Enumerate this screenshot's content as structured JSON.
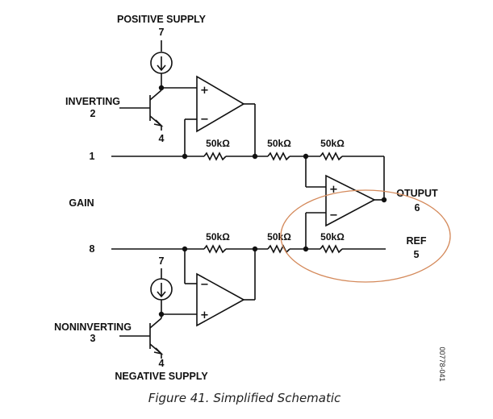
{
  "labels": {
    "positive_supply": "POSITIVE SUPPLY",
    "pin7_top": "7",
    "inverting": "INVERTING",
    "pin2": "2",
    "pin4_top": "4",
    "pin1": "1",
    "gain": "GAIN",
    "pin8": "8",
    "pin7_bottom": "7",
    "noninverting": "NONINVERTING",
    "pin3": "3",
    "pin4_bottom": "4",
    "negative_supply": "NEGATIVE SUPPLY",
    "output": "OTUPUT",
    "pin6": "6",
    "ref": "REF",
    "pin5": "5"
  },
  "resistors": {
    "r_top_left": "50kΩ",
    "r_top_mid": "50kΩ",
    "r_top_right": "50kΩ",
    "r_bot_left": "50kΩ",
    "r_bot_mid": "50kΩ",
    "r_bot_right": "50kΩ"
  },
  "opamp_signs": {
    "plus": "+",
    "minus": "−"
  },
  "figure_code": "00778-041",
  "caption": "Figure 41. Simplified Schematic",
  "colors": {
    "ink": "#111111",
    "highlight_ellipse": "#d4895a"
  }
}
